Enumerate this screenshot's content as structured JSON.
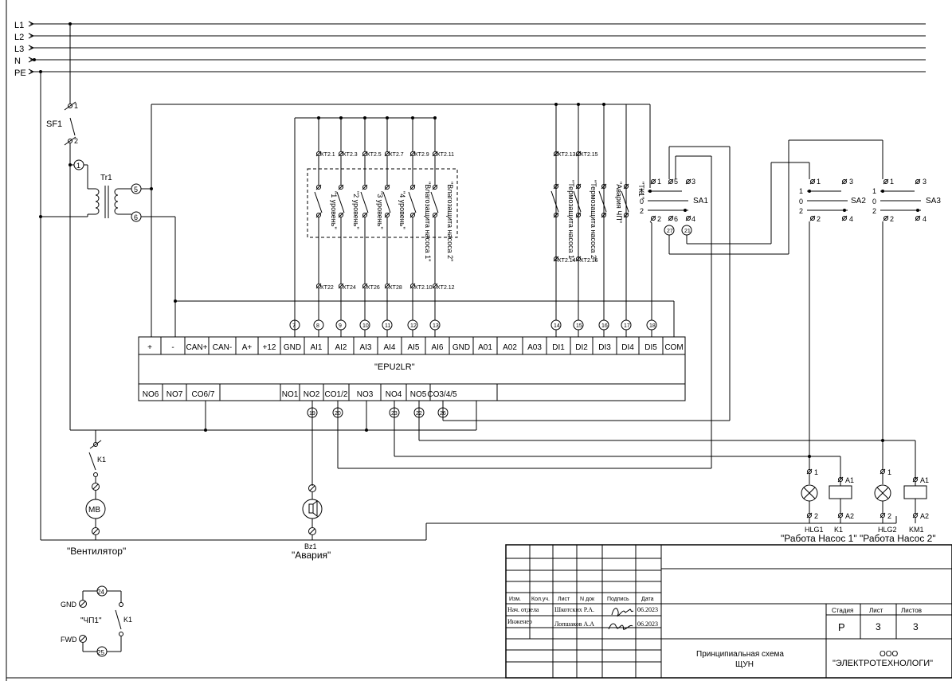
{
  "bus_labels": [
    "L1",
    "L2",
    "L3",
    "N",
    "PE"
  ],
  "breaker": {
    "name": "SF1",
    "t1": "1",
    "t2": "2"
  },
  "transformer": {
    "name": "Tr1",
    "n1": "1",
    "n5": "5",
    "n6": "6"
  },
  "controller": {
    "name": "\"EPU2LR\"",
    "top_terminals": [
      "+",
      "-",
      "CAN+",
      "CAN-",
      "A+",
      "+12",
      "GND",
      "AI1",
      "AI2",
      "AI3",
      "AI4",
      "AI5",
      "AI6",
      "GND",
      "A01",
      "A02",
      "A03",
      "DI1",
      "DI2",
      "DI3",
      "DI4",
      "DI5",
      "COM"
    ],
    "bottom_terminals": [
      "NO6",
      "NO7",
      "CO6/7",
      "",
      "",
      "",
      "NO1",
      "NO2",
      "CO1/2",
      "NO3",
      "NO4",
      "NO5",
      "CO3/4/5"
    ],
    "top_wire_nums": [
      "7",
      "8",
      "9",
      "10",
      "11",
      "12",
      "13",
      "14",
      "15",
      "16",
      "17",
      "18"
    ],
    "bottom_wire_nums": [
      "19",
      "20",
      "23",
      "22",
      "26"
    ]
  },
  "xt_top": [
    "XT2.1",
    "XT2.3",
    "XT2.5",
    "XT2.7",
    "XT2.9",
    "XT2.11"
  ],
  "xt_bottom": [
    "XT22",
    "XT24",
    "XT26",
    "XT28",
    "XT2.10",
    "XT2.12"
  ],
  "level_contacts": [
    "\"1 уровень\"",
    "\"2 уровень\"",
    "\"3 уровень\"",
    "\"4 уровень\"",
    "\"Влагозащита насоса 1\"",
    "\"Влагозащита насоса 2\""
  ],
  "xt_di_top": [
    "XT2.13",
    "XT2.15"
  ],
  "xt_di_bottom": [
    "XT2.14",
    "XT2.16"
  ],
  "di_contacts": [
    "\"Термозащита насоса 1\"",
    "\"Термозащита насоса 2\"",
    "\"Авария ЧП\"",
    "\"ТК1\""
  ],
  "switches": [
    {
      "name": "SA1",
      "t1": "1",
      "t5": "5",
      "t3": "3",
      "p1": "1",
      "p0": "0",
      "p2": "2",
      "t2": "2",
      "t6": "6",
      "t4": "4",
      "w1": "27",
      "w2": "21"
    },
    {
      "name": "SA2",
      "t1": "1",
      "t3": "3",
      "p1": "1",
      "p0": "0",
      "p2": "2",
      "t2": "2",
      "t4": "4"
    },
    {
      "name": "SA3",
      "t1": "1",
      "t3": "3",
      "p1": "1",
      "p0": "0",
      "p2": "2",
      "t2": "2",
      "t4": "4"
    }
  ],
  "fan": {
    "contact": "K1",
    "motor": "MB",
    "caption": "\"Вентилятор\""
  },
  "alarm": {
    "name": "Bz1",
    "caption": "\"Авария\""
  },
  "pump_indicators": [
    {
      "lamp": "HLG1",
      "relay": "K1",
      "lt1": "1",
      "lt2": "2",
      "ra1": "A1",
      "ra2": "A2",
      "caption": "\"Работа Насос 1\""
    },
    {
      "lamp": "HLG2",
      "relay": "KM1",
      "lt1": "1",
      "lt2": "2",
      "ra1": "A1",
      "ra2": "A2",
      "caption": "\"Работа Насос 2\""
    }
  ],
  "vfd": {
    "gnd": "GND",
    "fwd": "FWD",
    "name": "\"ЧП1\"",
    "contact": "K1",
    "w1": "24",
    "w2": "25"
  },
  "title_block": {
    "headers": [
      "Изм.",
      "Кол.уч.",
      "Лист",
      "N док",
      "Подпись",
      "Дата"
    ],
    "rows": [
      {
        "role": "Нач. отдела",
        "name": "Шкотских Р.А.",
        "date": "06.2023"
      },
      {
        "role": "Инженер",
        "name": "Лопшаков А.А",
        "date": "06.2023"
      }
    ],
    "stage_h": "Стадия",
    "sheet_h": "Лист",
    "sheets_h": "Листов",
    "stage": "Р",
    "sheet": "3",
    "sheets": "3",
    "title1": "Принципиальная схема",
    "title2": "ЩУН",
    "org1": "ООО",
    "org2": "\"ЭЛЕКТРОТЕХНОЛОГИ\""
  }
}
